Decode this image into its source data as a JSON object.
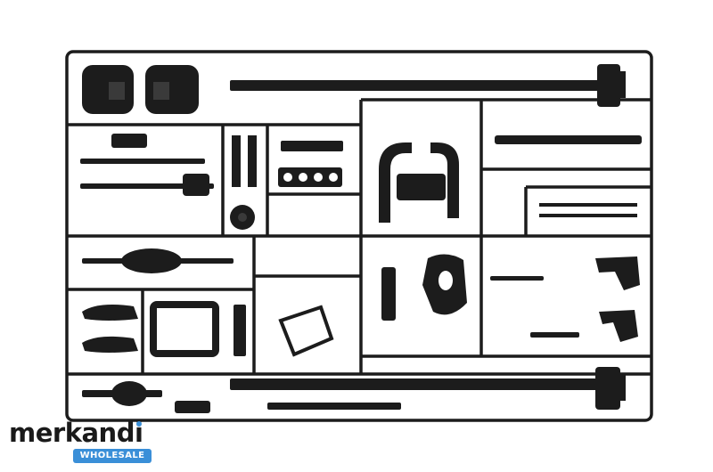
{
  "photo": {
    "subject": "model-kit-sprue",
    "colors": {
      "background": "#ffffff",
      "plastic": "#1c1c1c",
      "plastic_highlight": "#3a3a3a"
    }
  },
  "watermark": {
    "brand": "merkandi",
    "badge": "WHOLESALE",
    "accent_color": "#3a8fd8"
  }
}
